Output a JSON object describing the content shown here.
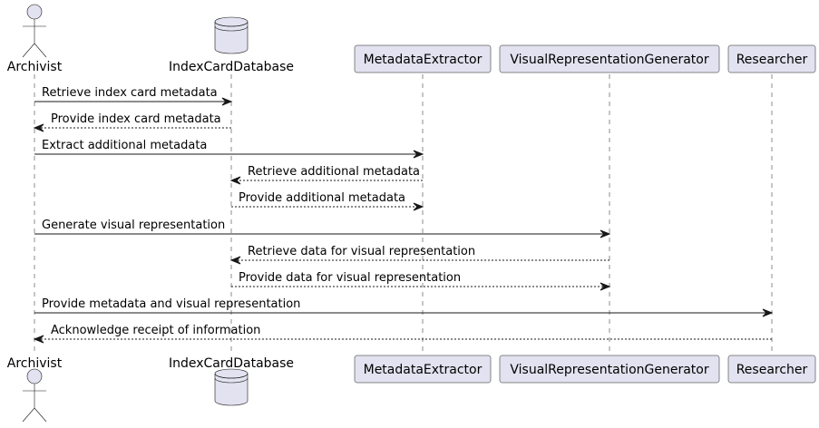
{
  "participants": [
    {
      "id": "archivist",
      "name": "Archivist",
      "kind": "actor"
    },
    {
      "id": "indexcarddb",
      "name": "IndexCardDatabase",
      "kind": "database"
    },
    {
      "id": "metadataextractor",
      "name": "MetadataExtractor",
      "kind": "participant"
    },
    {
      "id": "visualrepgen",
      "name": "VisualRepresentationGenerator",
      "kind": "participant"
    },
    {
      "id": "researcher",
      "name": "Researcher",
      "kind": "participant"
    }
  ],
  "messages": [
    {
      "from": "archivist",
      "to": "indexcarddb",
      "text": "Retrieve index card metadata",
      "style": "solid"
    },
    {
      "from": "indexcarddb",
      "to": "archivist",
      "text": "Provide index card metadata",
      "style": "dashed"
    },
    {
      "from": "archivist",
      "to": "metadataextractor",
      "text": "Extract additional metadata",
      "style": "solid"
    },
    {
      "from": "metadataextractor",
      "to": "indexcarddb",
      "text": "Retrieve additional metadata",
      "style": "dashed"
    },
    {
      "from": "indexcarddb",
      "to": "metadataextractor",
      "text": "Provide additional metadata",
      "style": "dashed"
    },
    {
      "from": "archivist",
      "to": "visualrepgen",
      "text": "Generate visual representation",
      "style": "solid"
    },
    {
      "from": "visualrepgen",
      "to": "indexcarddb",
      "text": "Retrieve data for visual representation",
      "style": "dashed"
    },
    {
      "from": "indexcarddb",
      "to": "visualrepgen",
      "text": "Provide data for visual representation",
      "style": "dashed"
    },
    {
      "from": "archivist",
      "to": "researcher",
      "text": "Provide metadata and visual representation",
      "style": "solid"
    },
    {
      "from": "researcher",
      "to": "archivist",
      "text": "Acknowledge receipt of information",
      "style": "dashed"
    }
  ]
}
